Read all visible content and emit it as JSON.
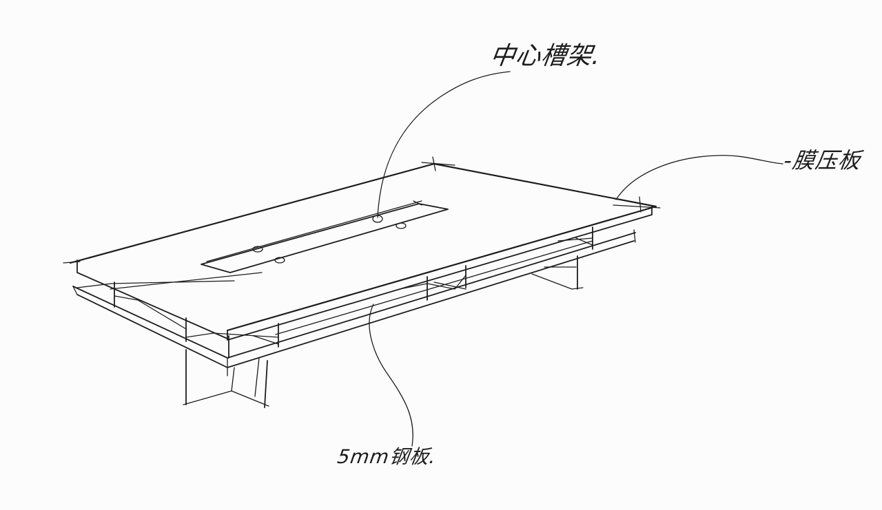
{
  "labels": {
    "center_frame": "中心槽架.",
    "laminate": "-膜压板",
    "steel_plate": "5mm钢板."
  },
  "colors": {
    "ink": "#1c1c1c",
    "paper": "#fcfcfc"
  }
}
